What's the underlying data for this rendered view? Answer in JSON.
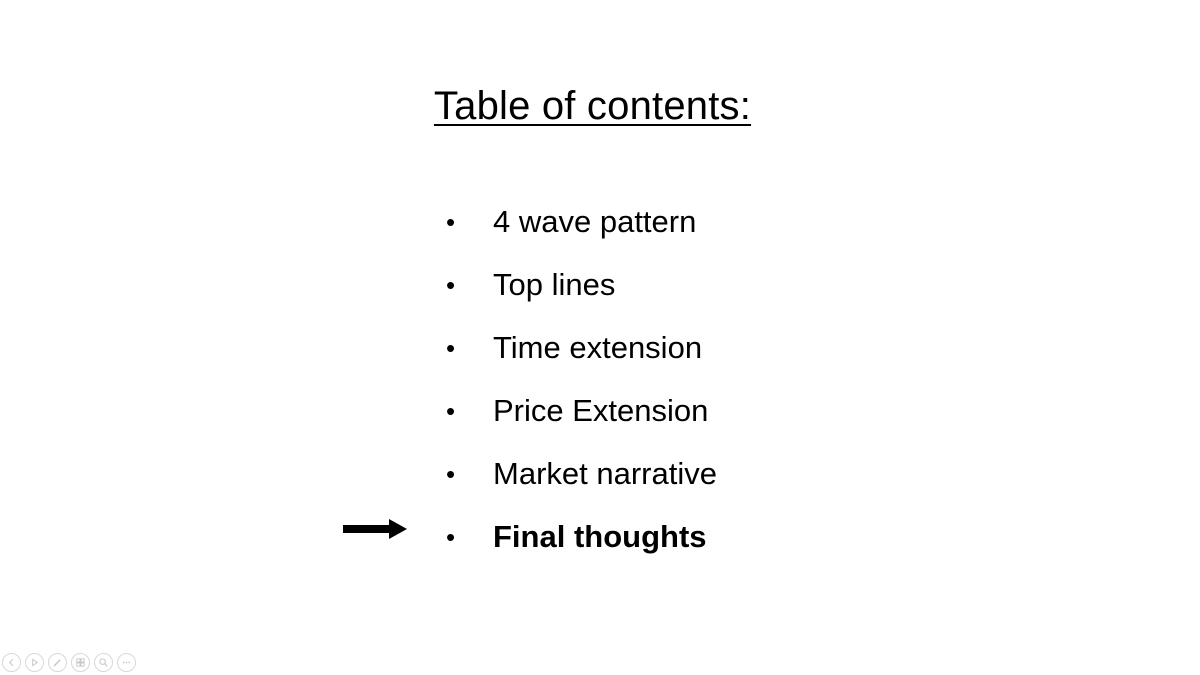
{
  "slide": {
    "title": "Table of contents:",
    "items": [
      {
        "label": "4 wave pattern",
        "current": false
      },
      {
        "label": "Top lines",
        "current": false
      },
      {
        "label": "Time extension",
        "current": false
      },
      {
        "label": "Price Extension",
        "current": false
      },
      {
        "label": "Market narrative",
        "current": false
      },
      {
        "label": "Final thoughts",
        "current": true
      }
    ],
    "bullet_glyph": "•",
    "current_marker_icon": "right-arrow-icon"
  },
  "presenter_controls": [
    {
      "name": "previous-slide-icon"
    },
    {
      "name": "next-slide-icon"
    },
    {
      "name": "pen-icon"
    },
    {
      "name": "see-all-slides-icon"
    },
    {
      "name": "zoom-icon"
    },
    {
      "name": "more-options-icon"
    }
  ],
  "colors": {
    "text": "#000000",
    "background": "#ffffff",
    "controls": "#d0d0d0"
  }
}
